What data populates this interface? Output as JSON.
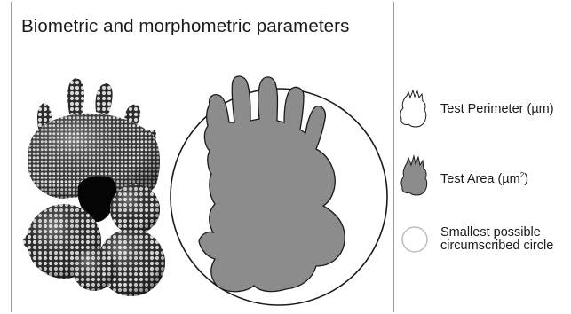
{
  "title": "Biometric and morphometric parameters",
  "legend": [
    {
      "icon": "outline-shape-icon",
      "label": "Test Perimeter (µm)"
    },
    {
      "icon": "filled-shape-icon",
      "label_main": "Test Area (µm",
      "label_sup": "2",
      "label_end": ")"
    },
    {
      "icon": "circle-outline-icon",
      "label_line1": "Smallest possible",
      "label_line2": "circumscribed circle"
    }
  ],
  "colors": {
    "shape_fill": "#8c8c8c",
    "outline": "#1a1a1a",
    "panel_border": "#9a9a9a",
    "circle_icon": "#bdbdbd"
  }
}
